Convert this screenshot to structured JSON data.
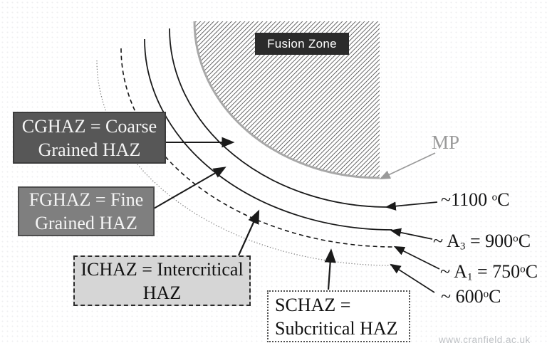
{
  "fusion_zone": {
    "label": "Fusion Zone"
  },
  "boxes": {
    "cghaz": {
      "line1": "CGHAZ = Coarse",
      "line2": "Grained HAZ"
    },
    "fghaz": {
      "line1": "FGHAZ = Fine",
      "line2": "Grained HAZ"
    },
    "ichaz": {
      "line1": "ICHAZ = Intercritical",
      "line2": "HAZ"
    },
    "schaz": {
      "line1": "SCHAZ =",
      "line2": "Subcritical HAZ"
    }
  },
  "labels": {
    "mp": "MP",
    "t1100": {
      "pre": "~1100 ",
      "deg": "o",
      "unit": "C"
    },
    "a3": {
      "pre": "~ A",
      "sub": "3",
      "mid": " = 900",
      "deg": "o",
      "unit": "C"
    },
    "a1": {
      "pre": "~ A",
      "sub": "1",
      "mid": " = 750",
      "deg": "o",
      "unit": "C"
    },
    "t600": {
      "pre": "~ 600",
      "deg": "o",
      "unit": "C"
    }
  },
  "watermark": "www.cranfield.ac.uk",
  "colors": {
    "cghaz_fill": "#575757",
    "fghaz_fill": "#7f7f7f",
    "ichaz_fill": "#d6d6d6",
    "schaz_fill": "#ffffff",
    "fusion_label_bg": "#2b2b2b",
    "arc_black": "#1a1a1a",
    "dotted_arc_gray": "#7a7a7a",
    "fusion_line_gray": "#a8a8a8",
    "mp_gray": "#9a9a9a",
    "hatch_line": "#262626"
  }
}
